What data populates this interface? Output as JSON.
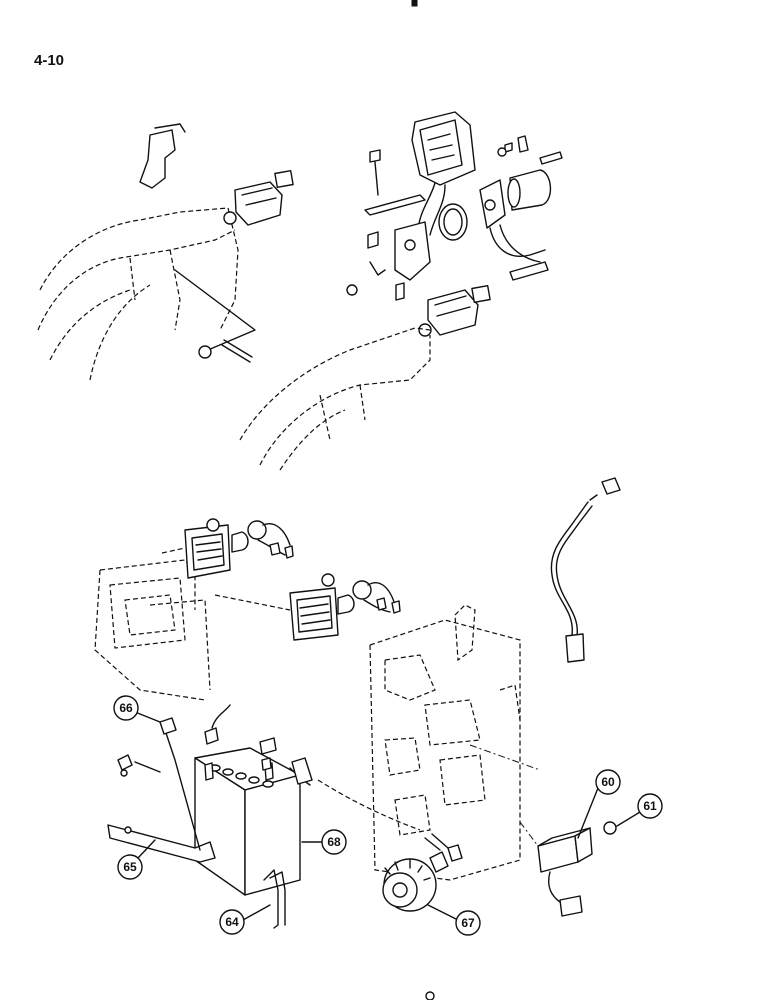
{
  "page": {
    "number": "4-10"
  },
  "callouts": [
    {
      "id": "60",
      "label": "60"
    },
    {
      "id": "61",
      "label": "61"
    },
    {
      "id": "64",
      "label": "64"
    },
    {
      "id": "65",
      "label": "65"
    },
    {
      "id": "66",
      "label": "66"
    },
    {
      "id": "67",
      "label": "67"
    },
    {
      "id": "68",
      "label": "68"
    }
  ]
}
